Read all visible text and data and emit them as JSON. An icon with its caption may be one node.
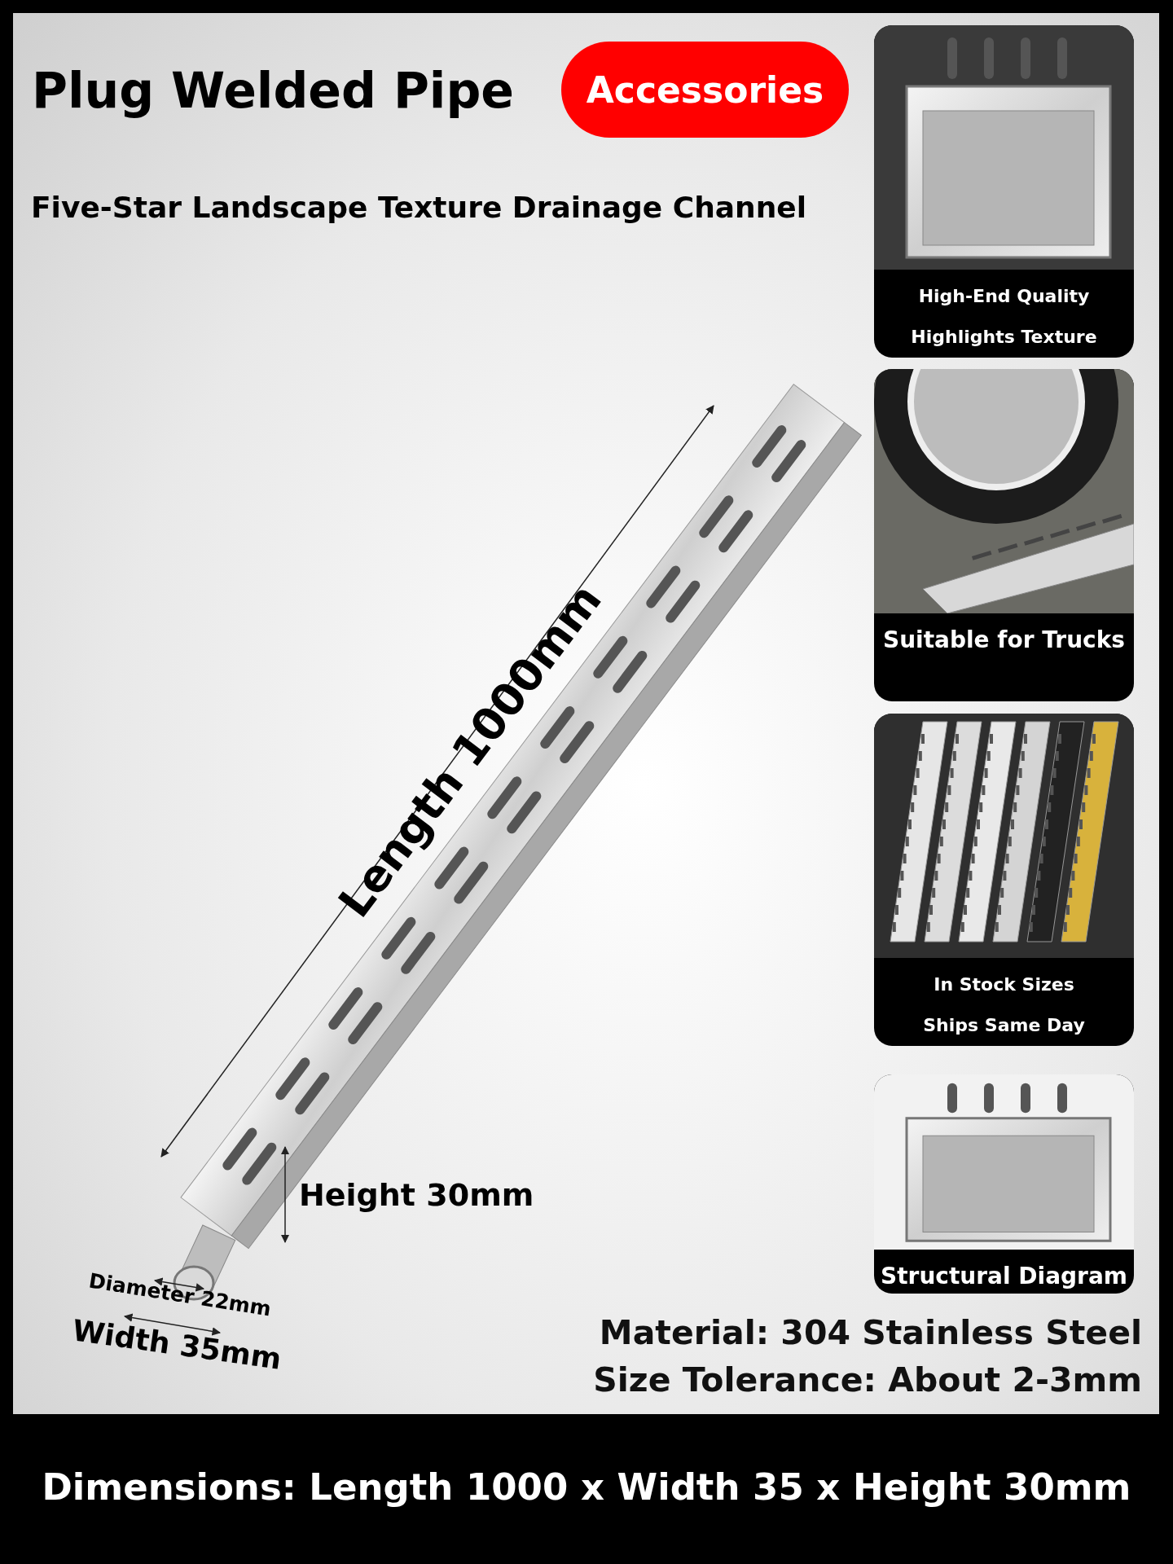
{
  "diagram": {
    "title": "Plug Welded Pipe",
    "caption": "Dimensions: Length 1000 x Width 35 x Height 30mm",
    "nodes": [
      {
        "text": [
          "Accessories"
        ]
      },
      {
        "text": [
          "High-End Quality",
          "Highlights Texture"
        ]
      },
      {
        "text": [
          "Suitable for Trucks"
        ]
      },
      {
        "text": [
          "In Stock Sizes",
          "Ships Same Day"
        ]
      },
      {
        "text": [
          "Structural Diagram"
        ]
      }
    ],
    "edges": [],
    "labels": [
      "Five-Star Landscape Texture Drainage Channel",
      "Length 1000mm",
      "Height 30mm",
      "Diameter 22mm",
      "Width 35mm",
      "Material: 304 Stainless Steel",
      "Size Tolerance: About 2-3mm"
    ]
  }
}
